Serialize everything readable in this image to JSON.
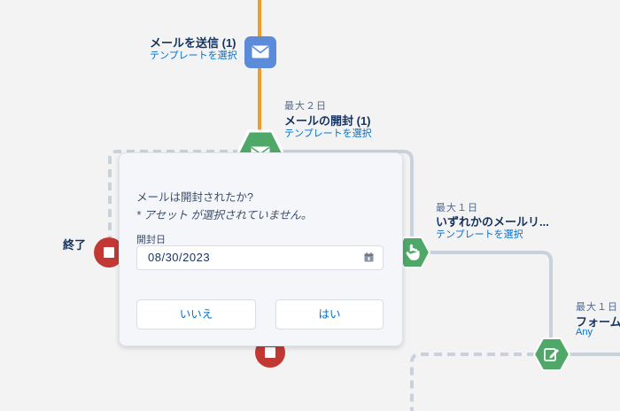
{
  "canvas": {
    "accent_orange": "#f39b28",
    "line_gray": "#c9d1dd",
    "email_blue": "#5b8bd9",
    "green": "#4fa868",
    "stop_red": "#c23934"
  },
  "nodes": {
    "send_email": {
      "title": "メールを送信 (1)",
      "subtitle": "テンプレートを選択",
      "icon": "envelope-icon"
    },
    "email_open": {
      "delay": "最大２日",
      "title": "メールの開封 (1)",
      "subtitle": "テンプレートを選択",
      "icon": "envelope-icon"
    },
    "click_any": {
      "delay": "最大１日",
      "title": "いずれかのメールリ...",
      "subtitle": "テンプレートを選択",
      "icon": "hand-pointer-icon"
    },
    "form": {
      "delay": "最大１日",
      "title": "フォーム",
      "subtitle": "Any",
      "icon": "edit-form-icon"
    },
    "end": {
      "label": "終了"
    },
    "hidden_label": {
      "text": "..."
    }
  },
  "popover": {
    "question": "メールは開封されたか?",
    "warning": "* アセット が選択されていません。",
    "date_label": "開封日",
    "date_value": "08/30/2023",
    "no_label": "いいえ",
    "yes_label": "はい"
  }
}
